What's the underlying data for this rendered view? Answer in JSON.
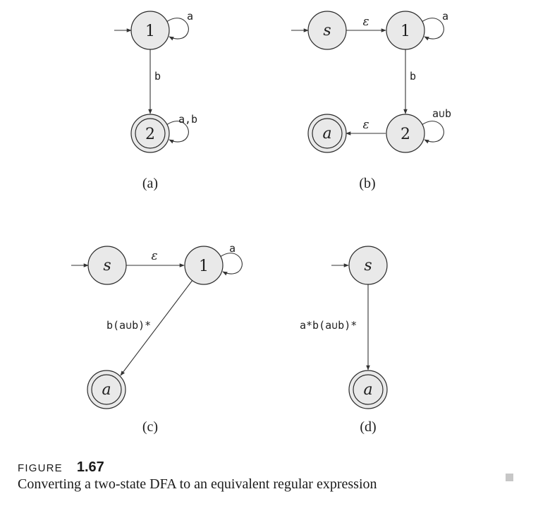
{
  "figure": {
    "label": "FIGURE",
    "number": "1.67",
    "caption": "Converting a two-state DFA to an equivalent regular expression"
  },
  "panels": [
    {
      "sublabel": "(a)",
      "states": [
        "1",
        "2"
      ],
      "edges": {
        "self_1": "a",
        "one_to_two": "b",
        "self_2": "a,b"
      }
    },
    {
      "sublabel": "(b)",
      "states": [
        "s",
        "1",
        "2",
        "a"
      ],
      "edges": {
        "s_to_1": "ε",
        "self_1": "a",
        "one_to_two": "b",
        "self_2": "a∪b",
        "two_to_a": "ε"
      }
    },
    {
      "sublabel": "(c)",
      "states": [
        "s",
        "1",
        "a"
      ],
      "edges": {
        "s_to_1": "ε",
        "self_1": "a",
        "one_to_a": "b(a∪b)*"
      }
    },
    {
      "sublabel": "(d)",
      "states": [
        "s",
        "a"
      ],
      "edges": {
        "s_to_a": "a*b(a∪b)*"
      }
    }
  ]
}
